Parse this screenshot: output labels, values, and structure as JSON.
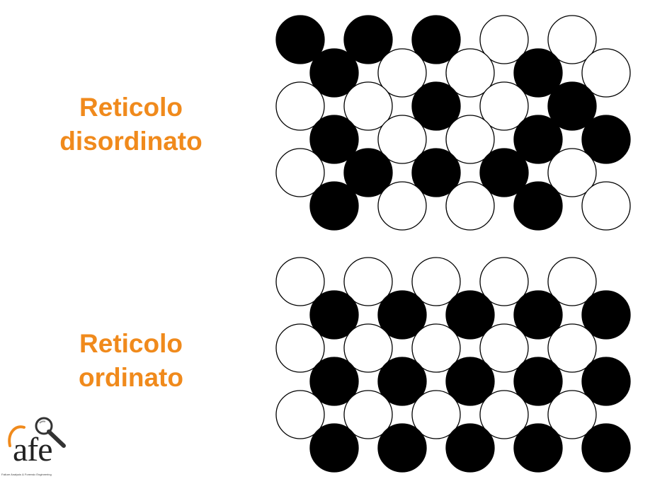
{
  "labels": {
    "disordered": {
      "line1": "Reticolo",
      "line2": "disordinato"
    },
    "ordered": {
      "line1": "Reticolo",
      "line2": "ordinato"
    }
  },
  "colors": {
    "label": "#f08a1c",
    "filled_atom": "#000000",
    "empty_atom": "#ffffff",
    "outline": "#000000"
  },
  "logo": {
    "icon": "magnifier-icon",
    "text": "afe",
    "tagline": "Failure Analysis & Forensic Engineering"
  },
  "lattices": {
    "disordered": {
      "rows": [
        [
          1,
          1,
          1,
          0,
          0
        ],
        [
          1,
          0,
          0,
          1,
          0
        ],
        [
          0,
          0,
          1,
          0,
          1
        ],
        [
          1,
          0,
          0,
          1,
          1
        ],
        [
          0,
          1,
          1,
          1,
          0
        ],
        [
          1,
          0,
          0,
          1,
          0
        ]
      ]
    },
    "ordered": {
      "rows": [
        [
          0,
          0,
          0,
          0,
          0
        ],
        [
          1,
          1,
          1,
          1,
          1
        ],
        [
          0,
          0,
          0,
          0,
          0
        ],
        [
          1,
          1,
          1,
          1,
          1
        ],
        [
          0,
          0,
          0,
          0,
          0
        ],
        [
          1,
          1,
          1,
          1,
          1
        ]
      ]
    }
  }
}
